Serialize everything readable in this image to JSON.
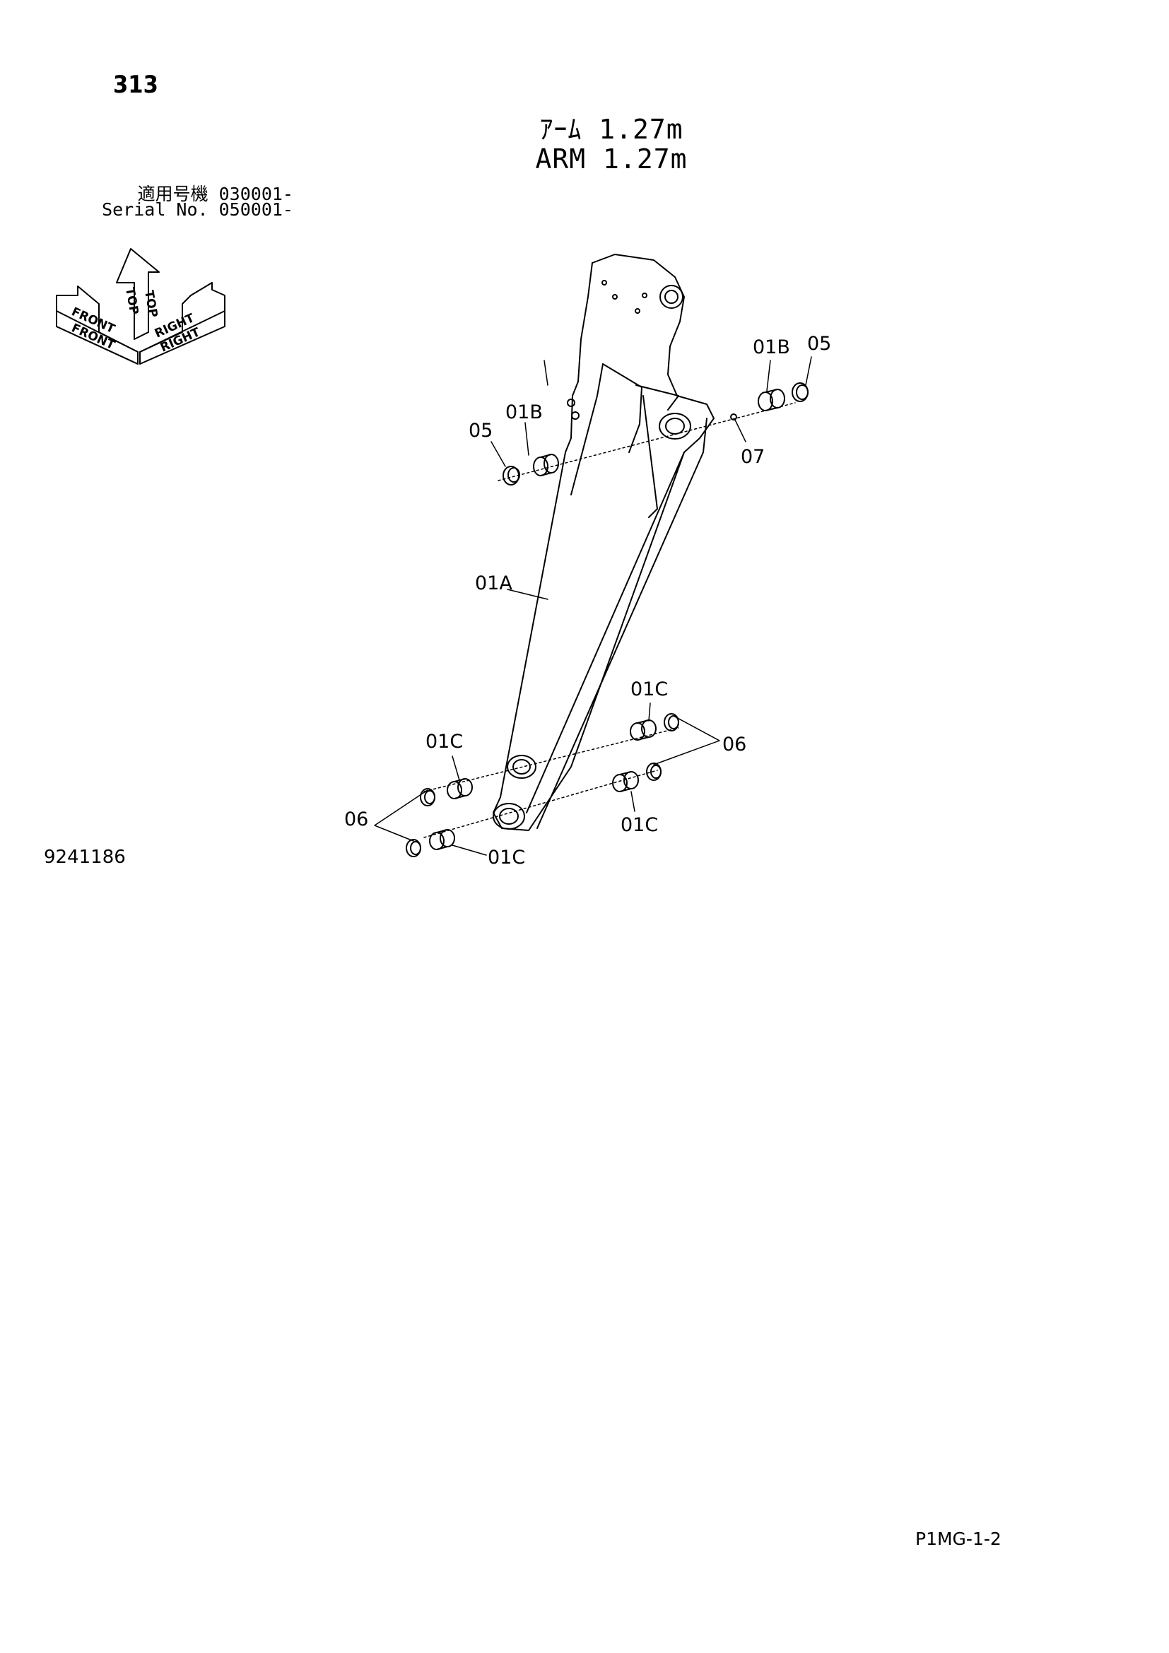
{
  "page": {
    "page_number": "313",
    "title_jp": "ｱｰﾑ 1.27m",
    "title_en": "ARM 1.27m",
    "serial_jp": "適用号機  030001-",
    "serial_en": "Serial No. 050001-",
    "drawing_number": "9241186",
    "page_code": "P1MG-1-2"
  },
  "orientation_indicator": {
    "top": "TOP",
    "front": "FRONT",
    "right": "RIGHT"
  },
  "callouts": {
    "arm_body": "01A",
    "bushing_upper_left": "01B",
    "bushing_upper_right": "01B",
    "shim_upper_left": "05",
    "shim_upper_right": "05",
    "grease_fitting": "07",
    "bushing_lower_right_top": "01C",
    "bushing_lower_right_bottom": "01C",
    "bushing_lower_left_top": "01C",
    "bushing_lower_left_bottom": "01C",
    "shim_lower_right": "06",
    "shim_lower_left": "06"
  },
  "colors": {
    "line": "#000000",
    "background": "#ffffff"
  }
}
